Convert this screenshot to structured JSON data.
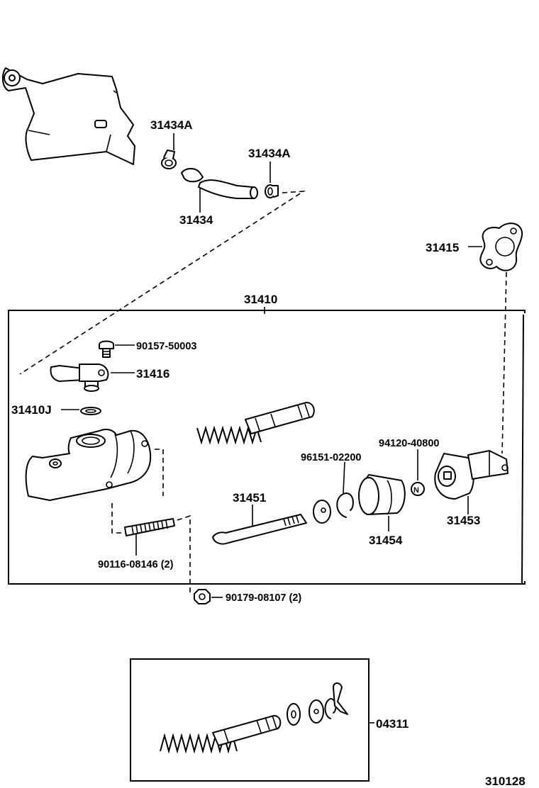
{
  "diagram_id": "310128",
  "assembly": {
    "main_label": "31410",
    "kit_label": "04311"
  },
  "parts": {
    "p31434A_left": "31434A",
    "p31434A_right": "31434A",
    "p31434": "31434",
    "p31415": "31415",
    "p90157": "90157-50003",
    "p31416": "31416",
    "p31410J": "31410J",
    "p96151": "96151-02200",
    "p94120": "94120-40800",
    "p31451": "31451",
    "p31453": "31453",
    "p31454": "31454",
    "p90116": "90116-08146 (2)",
    "p90179": "90179-08107 (2)"
  },
  "icons": {
    "reservoir": "reservoir-tank-icon",
    "hose_clamp": "hose-clamp-icon",
    "hose": "hose-icon",
    "gasket": "gasket-icon",
    "cylinder_body": "master-cylinder-body-icon",
    "piston_spring": "piston-spring-icon",
    "push_rod": "push-rod-icon",
    "boot": "boot-icon",
    "clevis": "clevis-icon"
  }
}
